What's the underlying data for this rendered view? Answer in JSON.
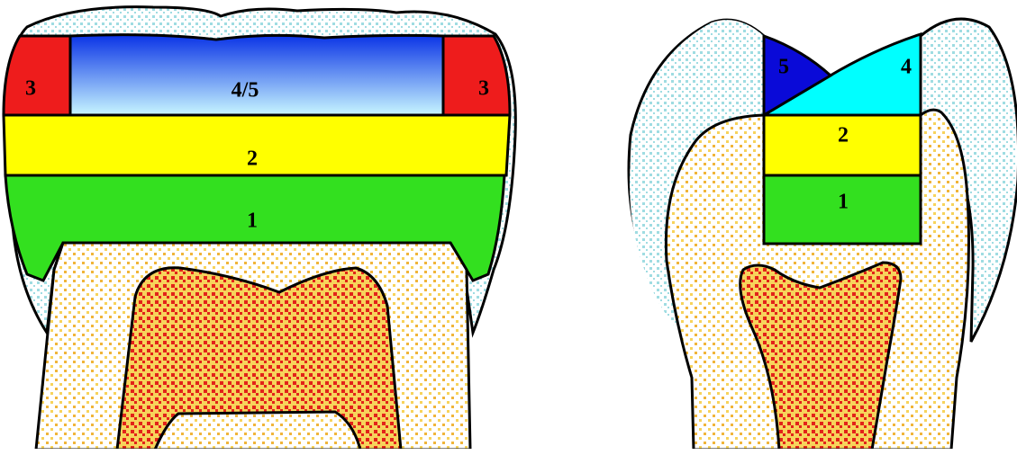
{
  "colors": {
    "enamel_dots": "#9fdce2",
    "dentin_dots": "#f0b53a",
    "pulp_dots": "#e2231a",
    "layer_1": "#33e01f",
    "layer_2": "#ffff00",
    "layer_3": "#ee1c1c",
    "layer_4": "#00ffff",
    "layer_5": "#0a0ad8",
    "gradient_top": "#0a33e6",
    "gradient_bottom": "#c8f6ff"
  },
  "left_tooth": {
    "labels": {
      "layer_1": "1",
      "layer_2": "2",
      "layer_3_left": "3",
      "layer_3_right": "3",
      "layer_4_5": "4/5"
    }
  },
  "right_tooth": {
    "labels": {
      "layer_1": "1",
      "layer_2": "2",
      "layer_4": "4",
      "layer_5": "5"
    }
  }
}
